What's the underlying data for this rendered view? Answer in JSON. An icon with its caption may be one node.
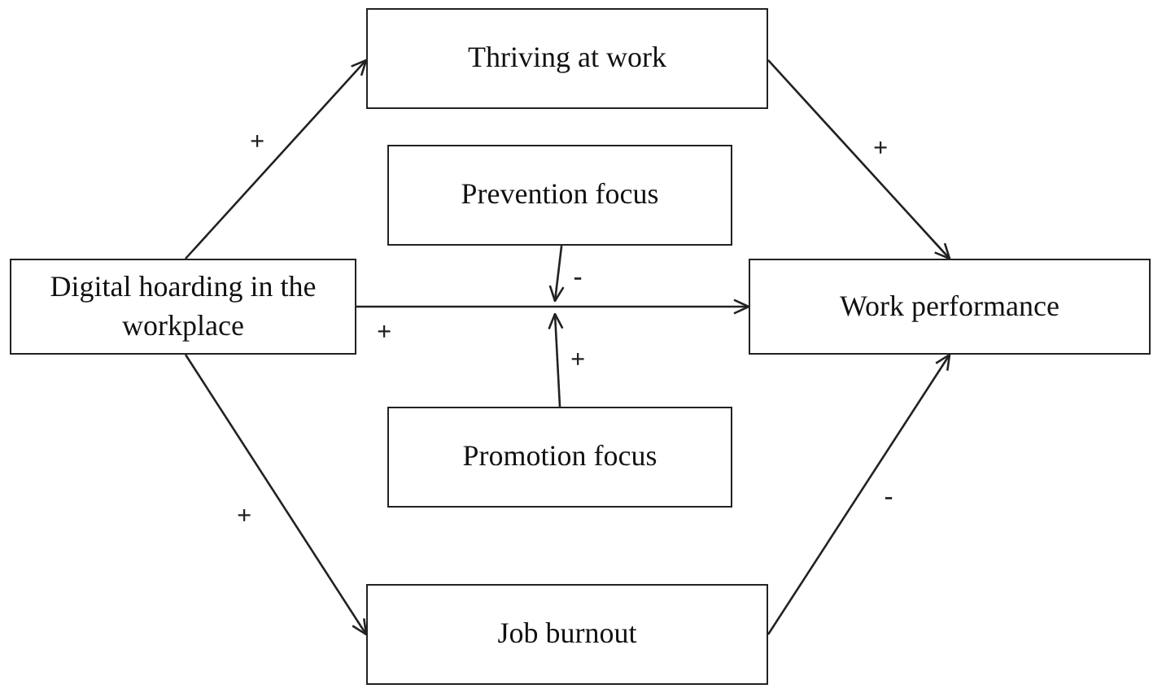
{
  "diagram": {
    "nodes": [
      {
        "text": [
          "Thriving at work"
        ]
      },
      {
        "text": [
          "Prevention focus"
        ]
      },
      {
        "text": [
          "Digital hoarding in the workplace"
        ]
      },
      {
        "text": [
          "Work performance"
        ]
      },
      {
        "text": [
          "Promotion focus"
        ]
      },
      {
        "text": [
          "Job burnout"
        ]
      }
    ],
    "edges": [
      {
        "from": 2,
        "to": 0,
        "arrow": "to",
        "label": "+"
      },
      {
        "from": 0,
        "to": 3,
        "arrow": "to",
        "label": "+"
      },
      {
        "from": 1,
        "to": null,
        "arrow": "to",
        "label": "-"
      },
      {
        "from": 2,
        "to": 3,
        "arrow": "to",
        "label": "+"
      },
      {
        "from": 4,
        "to": null,
        "arrow": "to",
        "label": "+"
      },
      {
        "from": 2,
        "to": 5,
        "arrow": "to",
        "label": "+"
      },
      {
        "from": 5,
        "to": 3,
        "arrow": "to",
        "label": "-"
      }
    ]
  }
}
